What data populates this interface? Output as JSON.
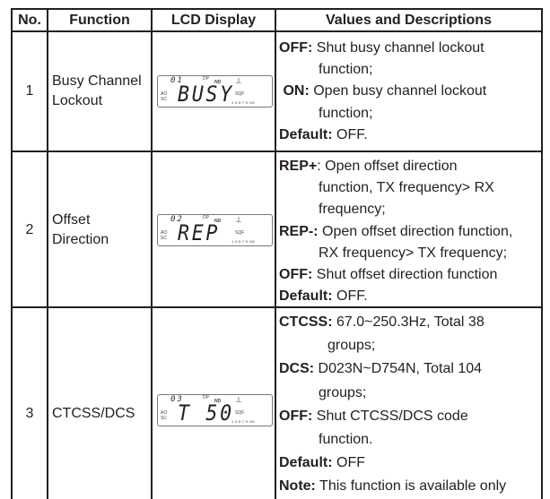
{
  "table": {
    "headers": [
      "No.",
      "Function",
      "LCD Display",
      "Values and Descriptions"
    ],
    "rows": [
      {
        "no": "1",
        "function_lines": [
          "Busy Channel",
          "Lockout"
        ],
        "lcd": {
          "channel": "01",
          "text": "BUSY",
          "dp": "DP",
          "nd": "ND",
          "ant": "⟂",
          "ao": "AO",
          "sc": "SC",
          "sqf": "SQF",
          "scale": "1·3·5·7·9·HD"
        },
        "desc": [
          {
            "key": "OFF:",
            "text": " Shut busy channel lockout"
          },
          {
            "key": "",
            "text": "function;",
            "indent": true
          },
          {
            "key": " ON:",
            "text": " Open busy channel lockout"
          },
          {
            "key": "",
            "text": "function;",
            "indent": true
          },
          {
            "key": "Default:",
            "text": " OFF."
          }
        ]
      },
      {
        "no": "2",
        "function_lines": [
          "Offset",
          "Direction"
        ],
        "lcd": {
          "channel": "02",
          "text": "REP",
          "dp": "DP",
          "nd": "ND",
          "ant": "⟂",
          "ao": "AO",
          "sc": "SC",
          "sqf": "SQF",
          "scale": "1·3·5·7·9·HD"
        },
        "desc": [
          {
            "key": "REP+",
            "text": ": Open offset direction"
          },
          {
            "key": "",
            "text": "function, TX frequency> RX",
            "indent": true
          },
          {
            "key": "",
            "text": "frequency;",
            "indent": true
          },
          {
            "key": "REP-:",
            "text": " Open offset direction function,"
          },
          {
            "key": "",
            "text": "RX frequency> TX frequency;",
            "indent": true
          },
          {
            "key": "OFF:",
            "text": " Shut offset direction function"
          },
          {
            "key": "Default:",
            "text": " OFF."
          }
        ]
      },
      {
        "no": "3",
        "function_lines": [
          "CTCSS/DCS"
        ],
        "lcd": {
          "channel": "03",
          "text": "T 50",
          "dp": "DP",
          "nd": "ND",
          "ant": "⟂",
          "ao": "AO",
          "sc": "SC",
          "sqf": "SQF",
          "scale": "1·3·5·7·9·HD"
        },
        "desc": [
          {
            "key": "CTCSS:",
            "text": " 67.0~250.3Hz, Total 38"
          },
          {
            "key": "",
            "text": "groups;",
            "indent2": true
          },
          {
            "key": "DCS:",
            "text": " D023N~D754N, Total 104"
          },
          {
            "key": "",
            "text": "groups;",
            "indent": true
          },
          {
            "key": "OFF:",
            "text": " Shut CTCSS/DCS code"
          },
          {
            "key": "",
            "text": "function.",
            "indent": true
          },
          {
            "key": "Default:",
            "text": " OFF"
          },
          {
            "key": "Note:",
            "text": " This function is available only"
          }
        ]
      }
    ]
  }
}
